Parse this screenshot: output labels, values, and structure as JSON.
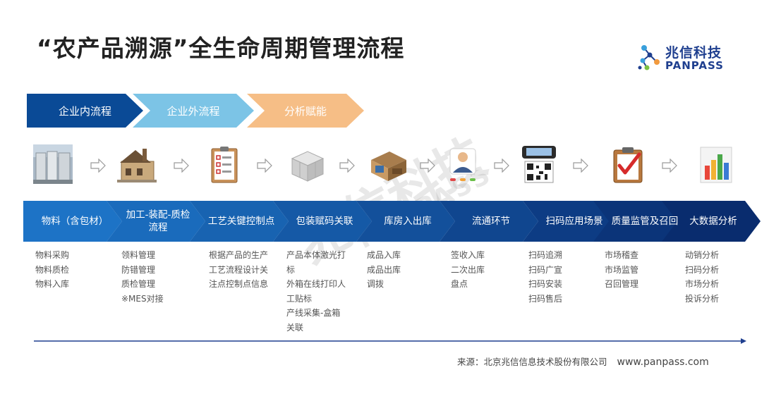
{
  "title": "“农产品溯源”全生命周期管理流程",
  "logo": {
    "cn": "兆信科技",
    "en": "PANPASS"
  },
  "watermark": {
    "cn": "兆信科技",
    "en": "PANPASS"
  },
  "phases": [
    {
      "label": "企业内流程",
      "color": "#0a4a96"
    },
    {
      "label": "企业外流程",
      "color": "#7cc4e6"
    },
    {
      "label": "分析赋能",
      "color": "#f6be86"
    }
  ],
  "icons": [
    "storage-tanks-icon",
    "factory-icon",
    "clipboard-checklist-icon",
    "package-boxes-icon",
    "warehouse-icon",
    "user-avatar-icon",
    "phone-qr-scan-icon",
    "quality-clipboard-icon",
    "bar-chart-icon"
  ],
  "steps": [
    {
      "label": "物料（含包材）",
      "color": "#1d73c6"
    },
    {
      "label": "加工-装配-质检流程",
      "color": "#1a6bbc"
    },
    {
      "label": "工艺关键控制点",
      "color": "#1863b1"
    },
    {
      "label": "包装赋码关联",
      "color": "#1559a6"
    },
    {
      "label": "库房入出库",
      "color": "#13509b"
    },
    {
      "label": "流通环节",
      "color": "#10468f"
    },
    {
      "label": "扫码应用场景",
      "color": "#0d3c84"
    },
    {
      "label": "质量监管及召回",
      "color": "#0b3479"
    },
    {
      "label": "大数据分析",
      "color": "#092c6e"
    }
  ],
  "details": [
    [
      "物料采购",
      "物料质检",
      "物料入库"
    ],
    [
      "领料管理",
      "防错管理",
      "质检管理",
      "※MES对接"
    ],
    [
      "根据产品的生产",
      "工艺流程设计关",
      "注点控制点信息"
    ],
    [
      "产品本体激光打",
      "标",
      "外箱在线打印人",
      "工贴标",
      "产线采集-盒箱",
      "关联"
    ],
    [
      "成品入库",
      "成品出库",
      "调拨"
    ],
    [
      "签收入库",
      "二次出库",
      "盘点"
    ],
    [
      "扫码追溯",
      "扫码广宣",
      "扫码安装",
      "扫码售后"
    ],
    [
      "市场稽查",
      "市场监管",
      "召回管理"
    ],
    [
      "动销分析",
      "扫码分析",
      "市场分析",
      "投诉分析"
    ]
  ],
  "source": {
    "label": "来源：北京兆信信息技术股份有限公司",
    "url": "www.panpass.com"
  },
  "colors": {
    "timeline": "#1f3f8f",
    "logo": "#1f3f8f"
  }
}
